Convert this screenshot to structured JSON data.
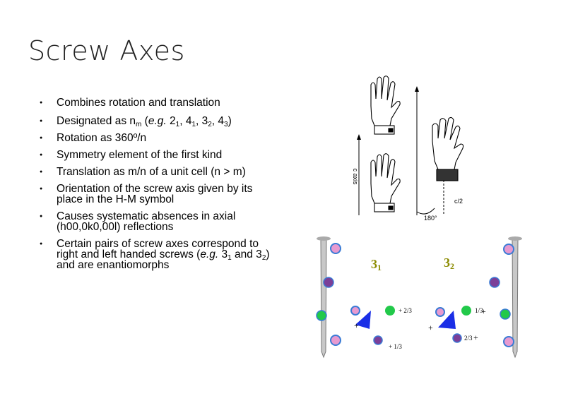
{
  "slide": {
    "title": "Screw Axes",
    "bullets": [
      {
        "pre": "Combines rotation and translation"
      },
      {
        "pre": "Designated as n",
        "sub": "m",
        "mid": " (",
        "em": "e.g.",
        "tail": " 2",
        "s1": "1",
        "t1": ", 4",
        "s2": "1",
        "t2": ", 3",
        "s3": "2",
        "t3": ", 4",
        "s4": "3",
        "t4": ")"
      },
      {
        "pre": "Rotation as 360º/n"
      },
      {
        "pre": "Symmetry element of the first kind"
      },
      {
        "pre": "Translation as m/n of a unit cell (n > m)"
      },
      {
        "pre": "Orientation of the screw axis given by its place in the H-M symbol"
      },
      {
        "pre": "Causes systematic absences in axial (h00,0k0,00l) reflections"
      },
      {
        "pre": "Certain pairs of screw axes correspond to right and left handed screws (",
        "em": "e.g.",
        "tail": " 3",
        "s1": "1",
        "t1": " and 3",
        "s2": "2",
        "t2": ") and are enantiomorphs"
      }
    ]
  },
  "figure": {
    "c_axis_label": "c axis",
    "c2_label": "c/2",
    "angle_label": "180°",
    "screw_left_label": "3",
    "screw_left_sub": "1",
    "screw_right_label": "3",
    "screw_right_sub": "2",
    "frac_two_thirds": "2/3",
    "frac_one_third": "1/3",
    "plus": "+",
    "plus_one_third": "+ 1/3",
    "plus_two_thirds": "+ 2/3",
    "colors": {
      "pink": "#e79ad0",
      "purple": "#7b3f98",
      "green": "#22c94a",
      "blue_triangle": "#1a2ee6",
      "blue_ring": "#3a7bd5",
      "olive": "#8b8b00"
    }
  }
}
